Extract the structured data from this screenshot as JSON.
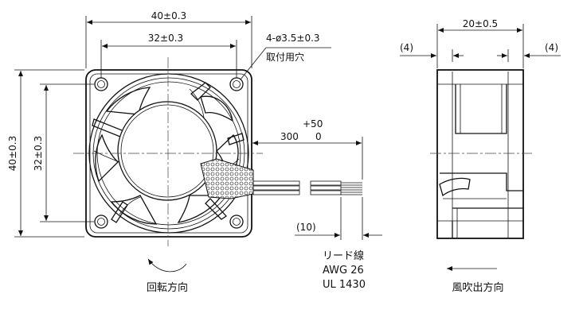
{
  "front_view": {
    "overall_width": "40±0.3",
    "hole_pitch_horizontal": "32±0.3",
    "overall_height": "40±0.3",
    "hole_pitch_vertical": "32±0.3",
    "mount_hole_spec": "4-ø3.5±0.3",
    "mount_hole_label": "取付用穴",
    "rotation_label": "回転方向"
  },
  "lead_wire": {
    "length_tolerance": "+50",
    "length": "300",
    "length_tolerance_lower": "0",
    "strip_length": "(10)",
    "title": "リード線",
    "gauge": "AWG 26",
    "standard": "UL 1430"
  },
  "side_view": {
    "depth": "20±0.5",
    "left_offset": "(4)",
    "right_offset": "(4)",
    "airflow_label": "風吹出方向"
  }
}
